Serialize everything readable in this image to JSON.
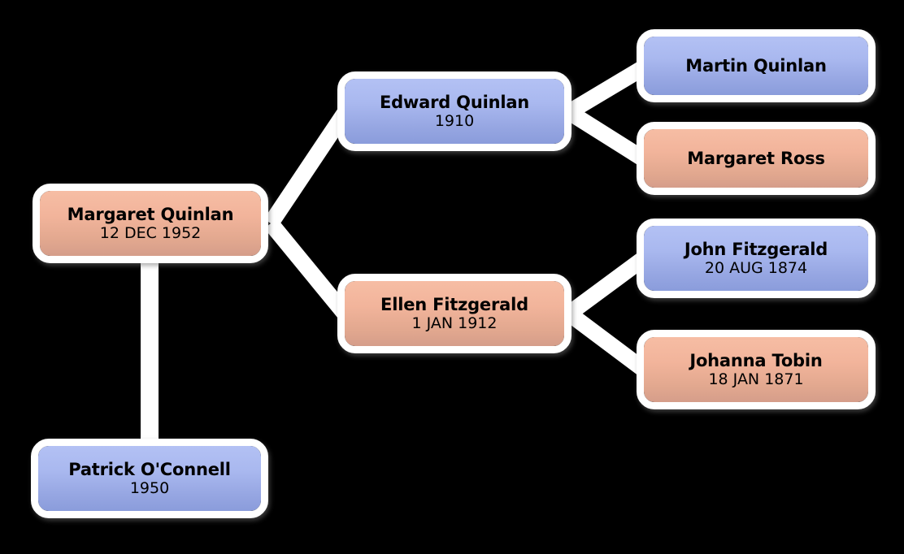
{
  "diagram": {
    "type": "family-tree",
    "background_color": "#000000",
    "box_border_color": "#ffffff",
    "connector_color": "#ffffff",
    "male_color": "#a9b8ef",
    "female_color": "#f0b29a",
    "nodes": [
      {
        "id": "margaret-quinlan",
        "name": "Margaret Quinlan",
        "date": "12 DEC 1952",
        "sex": "female",
        "generation": 0
      },
      {
        "id": "patrick-oconnell",
        "name": "Patrick O'Connell",
        "date": "1950",
        "sex": "male",
        "generation": 0
      },
      {
        "id": "edward-quinlan",
        "name": "Edward Quinlan",
        "date": "1910",
        "sex": "male",
        "generation": 1
      },
      {
        "id": "ellen-fitzgerald",
        "name": "Ellen Fitzgerald",
        "date": "1 JAN 1912",
        "sex": "female",
        "generation": 1
      },
      {
        "id": "martin-quinlan",
        "name": "Martin Quinlan",
        "date": "",
        "sex": "male",
        "generation": 2
      },
      {
        "id": "margaret-ross",
        "name": "Margaret Ross",
        "date": "",
        "sex": "female",
        "generation": 2
      },
      {
        "id": "john-fitzgerald",
        "name": "John Fitzgerald",
        "date": "20 AUG 1874",
        "sex": "male",
        "generation": 2
      },
      {
        "id": "johanna-tobin",
        "name": "Johanna Tobin",
        "date": "18 JAN 1871",
        "sex": "female",
        "generation": 2
      }
    ],
    "edges": [
      {
        "from": "margaret-quinlan",
        "to": "edward-quinlan",
        "kind": "parent"
      },
      {
        "from": "margaret-quinlan",
        "to": "ellen-fitzgerald",
        "kind": "parent"
      },
      {
        "from": "edward-quinlan",
        "to": "martin-quinlan",
        "kind": "parent"
      },
      {
        "from": "edward-quinlan",
        "to": "margaret-ross",
        "kind": "parent"
      },
      {
        "from": "ellen-fitzgerald",
        "to": "john-fitzgerald",
        "kind": "parent"
      },
      {
        "from": "ellen-fitzgerald",
        "to": "johanna-tobin",
        "kind": "parent"
      },
      {
        "from": "margaret-quinlan",
        "to": "patrick-oconnell",
        "kind": "spouse"
      }
    ]
  }
}
